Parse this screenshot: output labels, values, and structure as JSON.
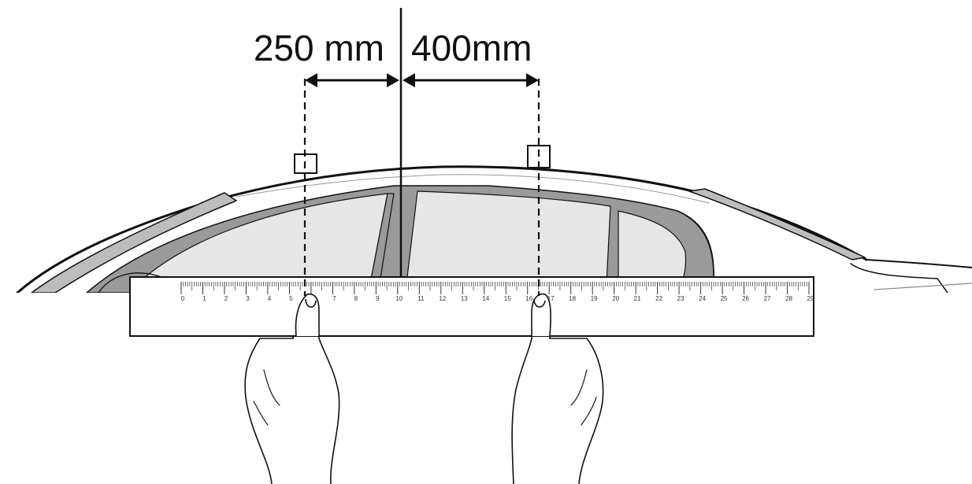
{
  "dimensions": {
    "left_label": "250 mm",
    "right_label": "400mm"
  },
  "ruler": {
    "labels": [
      "0",
      "1",
      "2",
      "3",
      "4",
      "5",
      "6",
      "7",
      "8",
      "9",
      "10",
      "11",
      "12",
      "13",
      "14",
      "15",
      "16",
      "17",
      "18",
      "19",
      "20",
      "21",
      "22",
      "23",
      "24",
      "25",
      "26",
      "27",
      "28",
      "29"
    ]
  },
  "colors": {
    "line": "#111111",
    "pillar": "#9a9a9a",
    "glass": "#e6e6e6",
    "trim": "#bdbdbd"
  }
}
